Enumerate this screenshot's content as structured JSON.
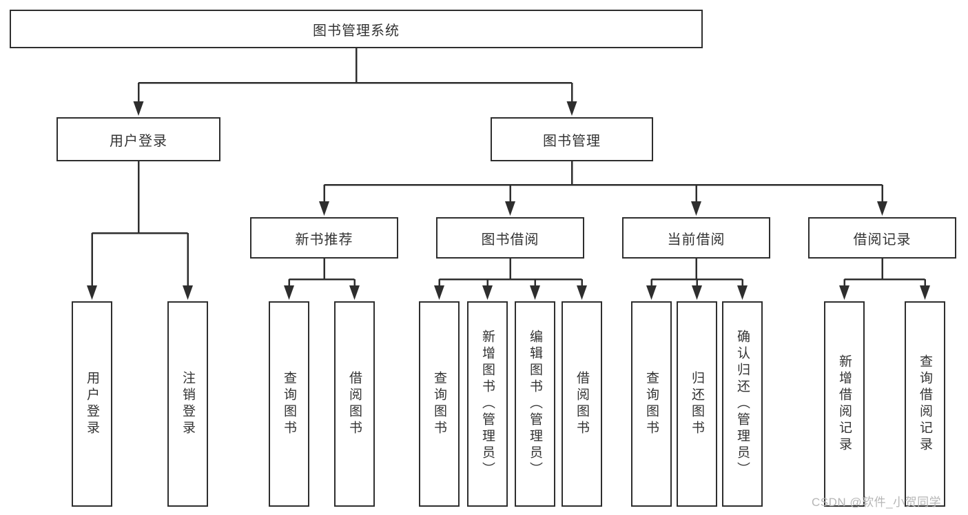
{
  "diagram": {
    "root": {
      "label": "图书管理系统"
    },
    "branches": [
      {
        "label": "用户登录",
        "children": [
          {
            "label": "用户登录"
          },
          {
            "label": "注销登录"
          }
        ]
      },
      {
        "label": "图书管理",
        "children": [
          {
            "label": "新书推荐",
            "children": [
              {
                "label": "查询图书"
              },
              {
                "label": "借阅图书"
              }
            ]
          },
          {
            "label": "图书借阅",
            "children": [
              {
                "label": "查询图书"
              },
              {
                "label": "新增图书（管理员）"
              },
              {
                "label": "编辑图书（管理员）"
              },
              {
                "label": "借阅图书"
              }
            ]
          },
          {
            "label": "当前借阅",
            "children": [
              {
                "label": "查询图书"
              },
              {
                "label": "归还图书"
              },
              {
                "label": "确认归还（管理员）"
              }
            ]
          },
          {
            "label": "借阅记录",
            "children": [
              {
                "label": "新增借阅记录"
              },
              {
                "label": "查询借阅记录"
              }
            ]
          }
        ]
      }
    ]
  },
  "watermark": {
    "text": "CSDN @软件_小贺同学"
  },
  "colors": {
    "line": "#2e2e2e",
    "box_border": "#2e2e2e",
    "text": "#333333",
    "background": "#ffffff",
    "watermark": "#b6b6b6"
  }
}
